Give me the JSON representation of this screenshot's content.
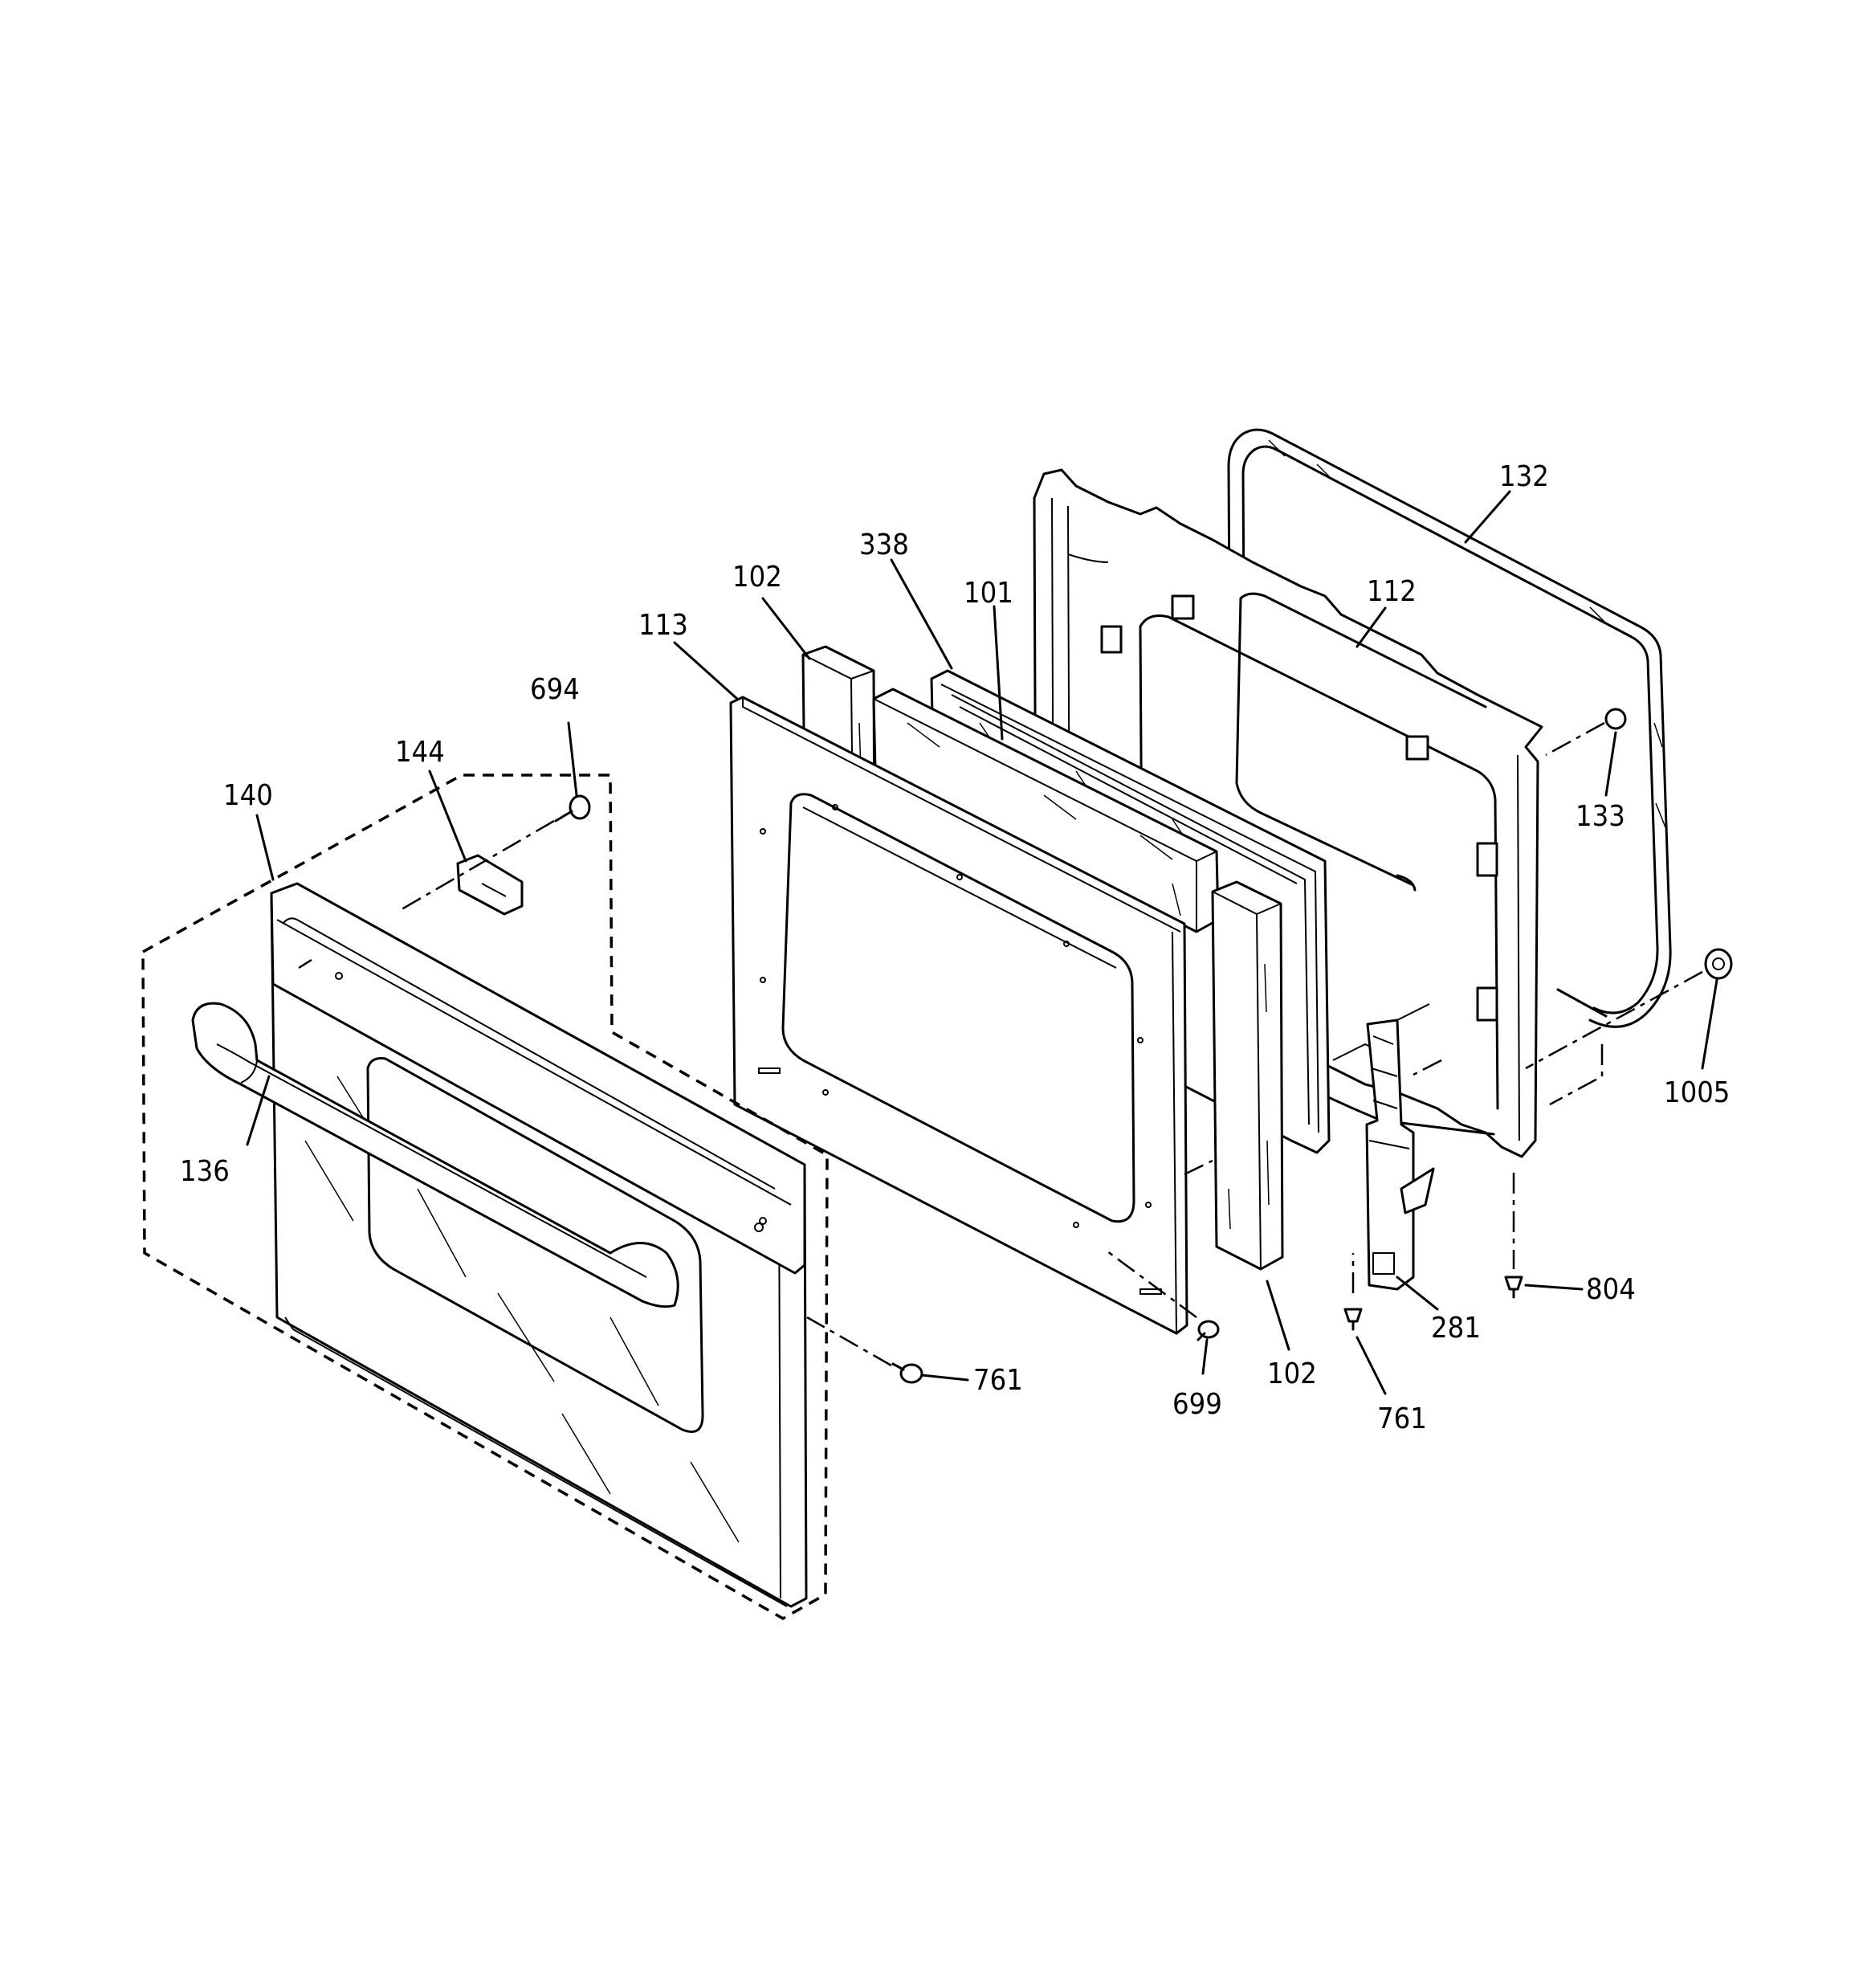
{
  "labels": [
    {
      "key": "l132",
      "text": "132"
    },
    {
      "key": "l112",
      "text": "112"
    },
    {
      "key": "l338",
      "text": "338"
    },
    {
      "key": "l101",
      "text": "101"
    },
    {
      "key": "l102a",
      "text": "102"
    },
    {
      "key": "l113",
      "text": "113"
    },
    {
      "key": "l694",
      "text": "694"
    },
    {
      "key": "l144",
      "text": "144"
    },
    {
      "key": "l140",
      "text": "140"
    },
    {
      "key": "l133",
      "text": "133"
    },
    {
      "key": "l1005",
      "text": "1005"
    },
    {
      "key": "l136",
      "text": "136"
    },
    {
      "key": "l804",
      "text": "804"
    },
    {
      "key": "l281",
      "text": "281"
    },
    {
      "key": "l761a",
      "text": "761"
    },
    {
      "key": "l699",
      "text": "699"
    },
    {
      "key": "l102b",
      "text": "102"
    },
    {
      "key": "l761b",
      "text": "761"
    }
  ]
}
